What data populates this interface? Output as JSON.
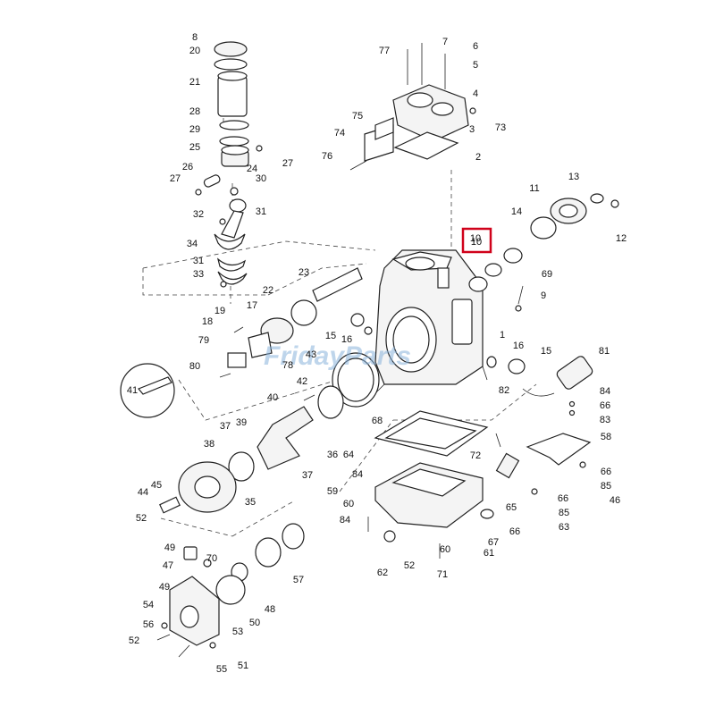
{
  "watermark": "FridayParts",
  "highlight_label": "10",
  "labels": [
    "8",
    "20",
    "21",
    "28",
    "29",
    "25",
    "26",
    "27",
    "24",
    "27",
    "30",
    "32",
    "31",
    "34",
    "31",
    "33",
    "77",
    "7",
    "6",
    "5",
    "4",
    "73",
    "75",
    "74",
    "3",
    "2",
    "76",
    "11",
    "13",
    "14",
    "10",
    "12",
    "23",
    "22",
    "17",
    "69",
    "9",
    "19",
    "18",
    "15",
    "16",
    "1",
    "79",
    "80",
    "78",
    "43",
    "16",
    "15",
    "81",
    "82",
    "84",
    "66",
    "83",
    "41",
    "40",
    "42",
    "68",
    "39",
    "37",
    "36",
    "38",
    "37",
    "59",
    "64",
    "72",
    "58",
    "84",
    "66",
    "85",
    "46",
    "35",
    "45",
    "44",
    "52",
    "60",
    "84",
    "66",
    "85",
    "63",
    "65",
    "66",
    "67",
    "61",
    "62",
    "52",
    "60",
    "71",
    "49",
    "70",
    "47",
    "57",
    "49",
    "48",
    "50",
    "54",
    "56",
    "53",
    "52",
    "55",
    "51"
  ]
}
